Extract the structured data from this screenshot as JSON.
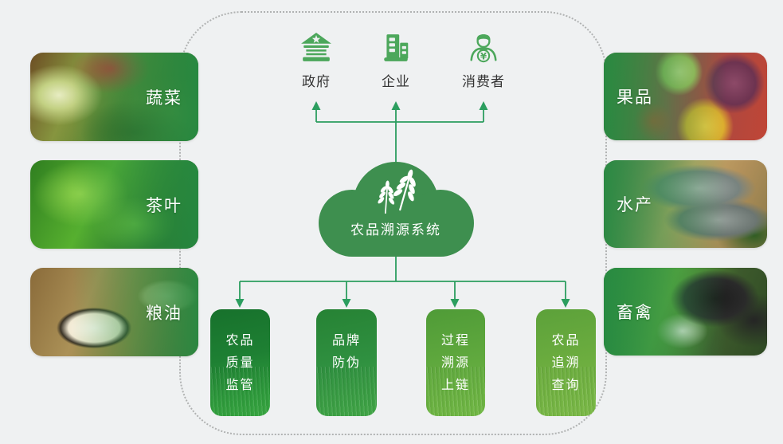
{
  "colors": {
    "background": "#eff1f2",
    "connector_green": "#2c9e5f",
    "cloud_green": "#3e8f4f",
    "icon_green": "#4ca75b",
    "label_dark": "#333333",
    "box1_green": "#1e8033",
    "box2_green": "#2f9040",
    "box3_green": "#60a93e",
    "box4_green": "#6cad3f"
  },
  "stakeholders": [
    {
      "label": "政府",
      "icon": "government-icon"
    },
    {
      "label": "企业",
      "icon": "enterprise-icon"
    },
    {
      "label": "消费者",
      "icon": "consumer-icon",
      "yen": "¥"
    }
  ],
  "center": {
    "title": "农品溯源系统",
    "icon": "wheat-icon"
  },
  "left_cards": [
    {
      "label": "蔬菜"
    },
    {
      "label": "茶叶"
    },
    {
      "label": "粮油"
    }
  ],
  "right_cards": [
    {
      "label": "果品"
    },
    {
      "label": "水产"
    },
    {
      "label": "畜禽"
    }
  ],
  "functions": [
    {
      "label": "农品\n质量\n监管"
    },
    {
      "label": "品牌\n防伪"
    },
    {
      "label": "过程\n溯源\n上链"
    },
    {
      "label": "农品\n追溯\n查询"
    }
  ]
}
